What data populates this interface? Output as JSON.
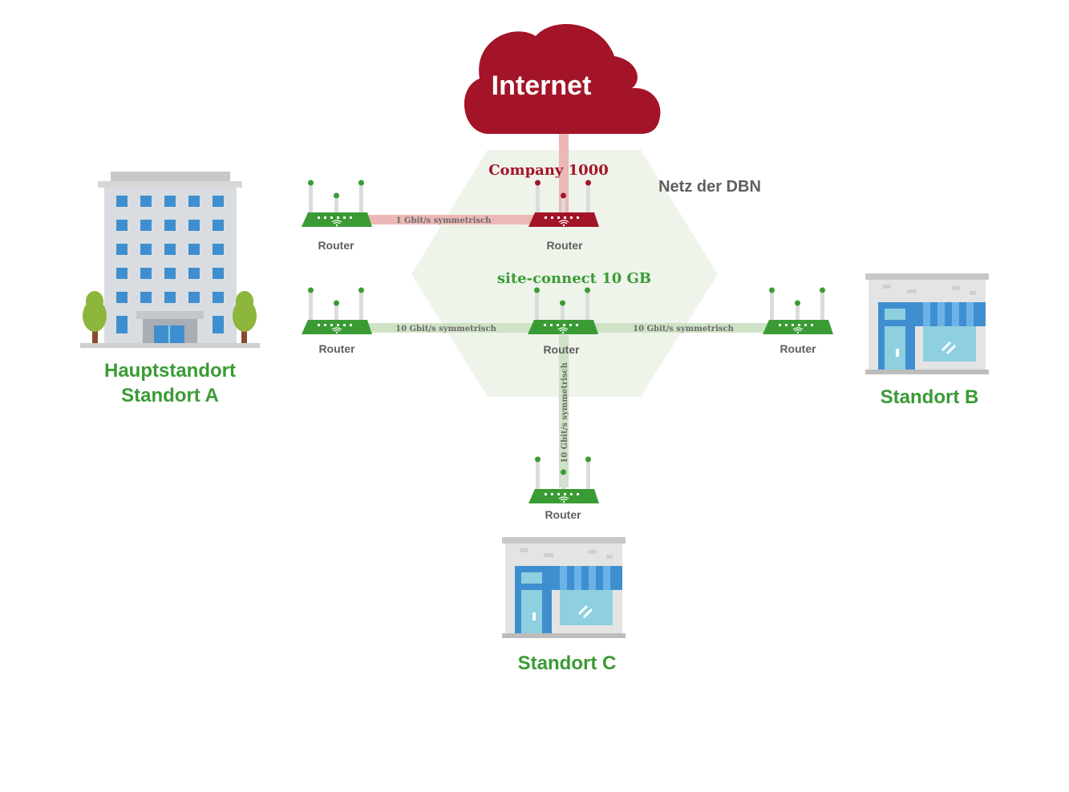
{
  "colors": {
    "brand_red": "#A31428",
    "brand_green": "#3A9B35",
    "link_green": "#CFE2C5",
    "link_red": "#ECB8B5",
    "net_area": "#EEF4EA",
    "gray_text": "#5F5F5F",
    "building_blue": "#3F8FD0"
  },
  "internet": {
    "label": "Internet"
  },
  "network": {
    "label": "Netz der DBN"
  },
  "products": {
    "company": "Company 1000",
    "siteconnect": "site-connect 10 GB"
  },
  "links": {
    "internet": "1 Gbit/s symmetrisch",
    "to_b": "10 Gbit/s symmetrisch",
    "to_a": "10 Gbit/s symmetrisch",
    "to_c": "10 Gbit/s symmetrisch"
  },
  "routers": {
    "a_top": "Router",
    "company": "Router",
    "a_mid": "Router",
    "center": "Router",
    "b": "Router",
    "c": "Router"
  },
  "sites": {
    "a_line1": "Hauptstandort",
    "a_line2": "Standort A",
    "b": "Standort B",
    "c": "Standort C"
  },
  "icons": [
    "cloud-icon",
    "router-icon",
    "office-building-icon",
    "shop-building-icon",
    "tree-icon",
    "wifi-icon"
  ]
}
